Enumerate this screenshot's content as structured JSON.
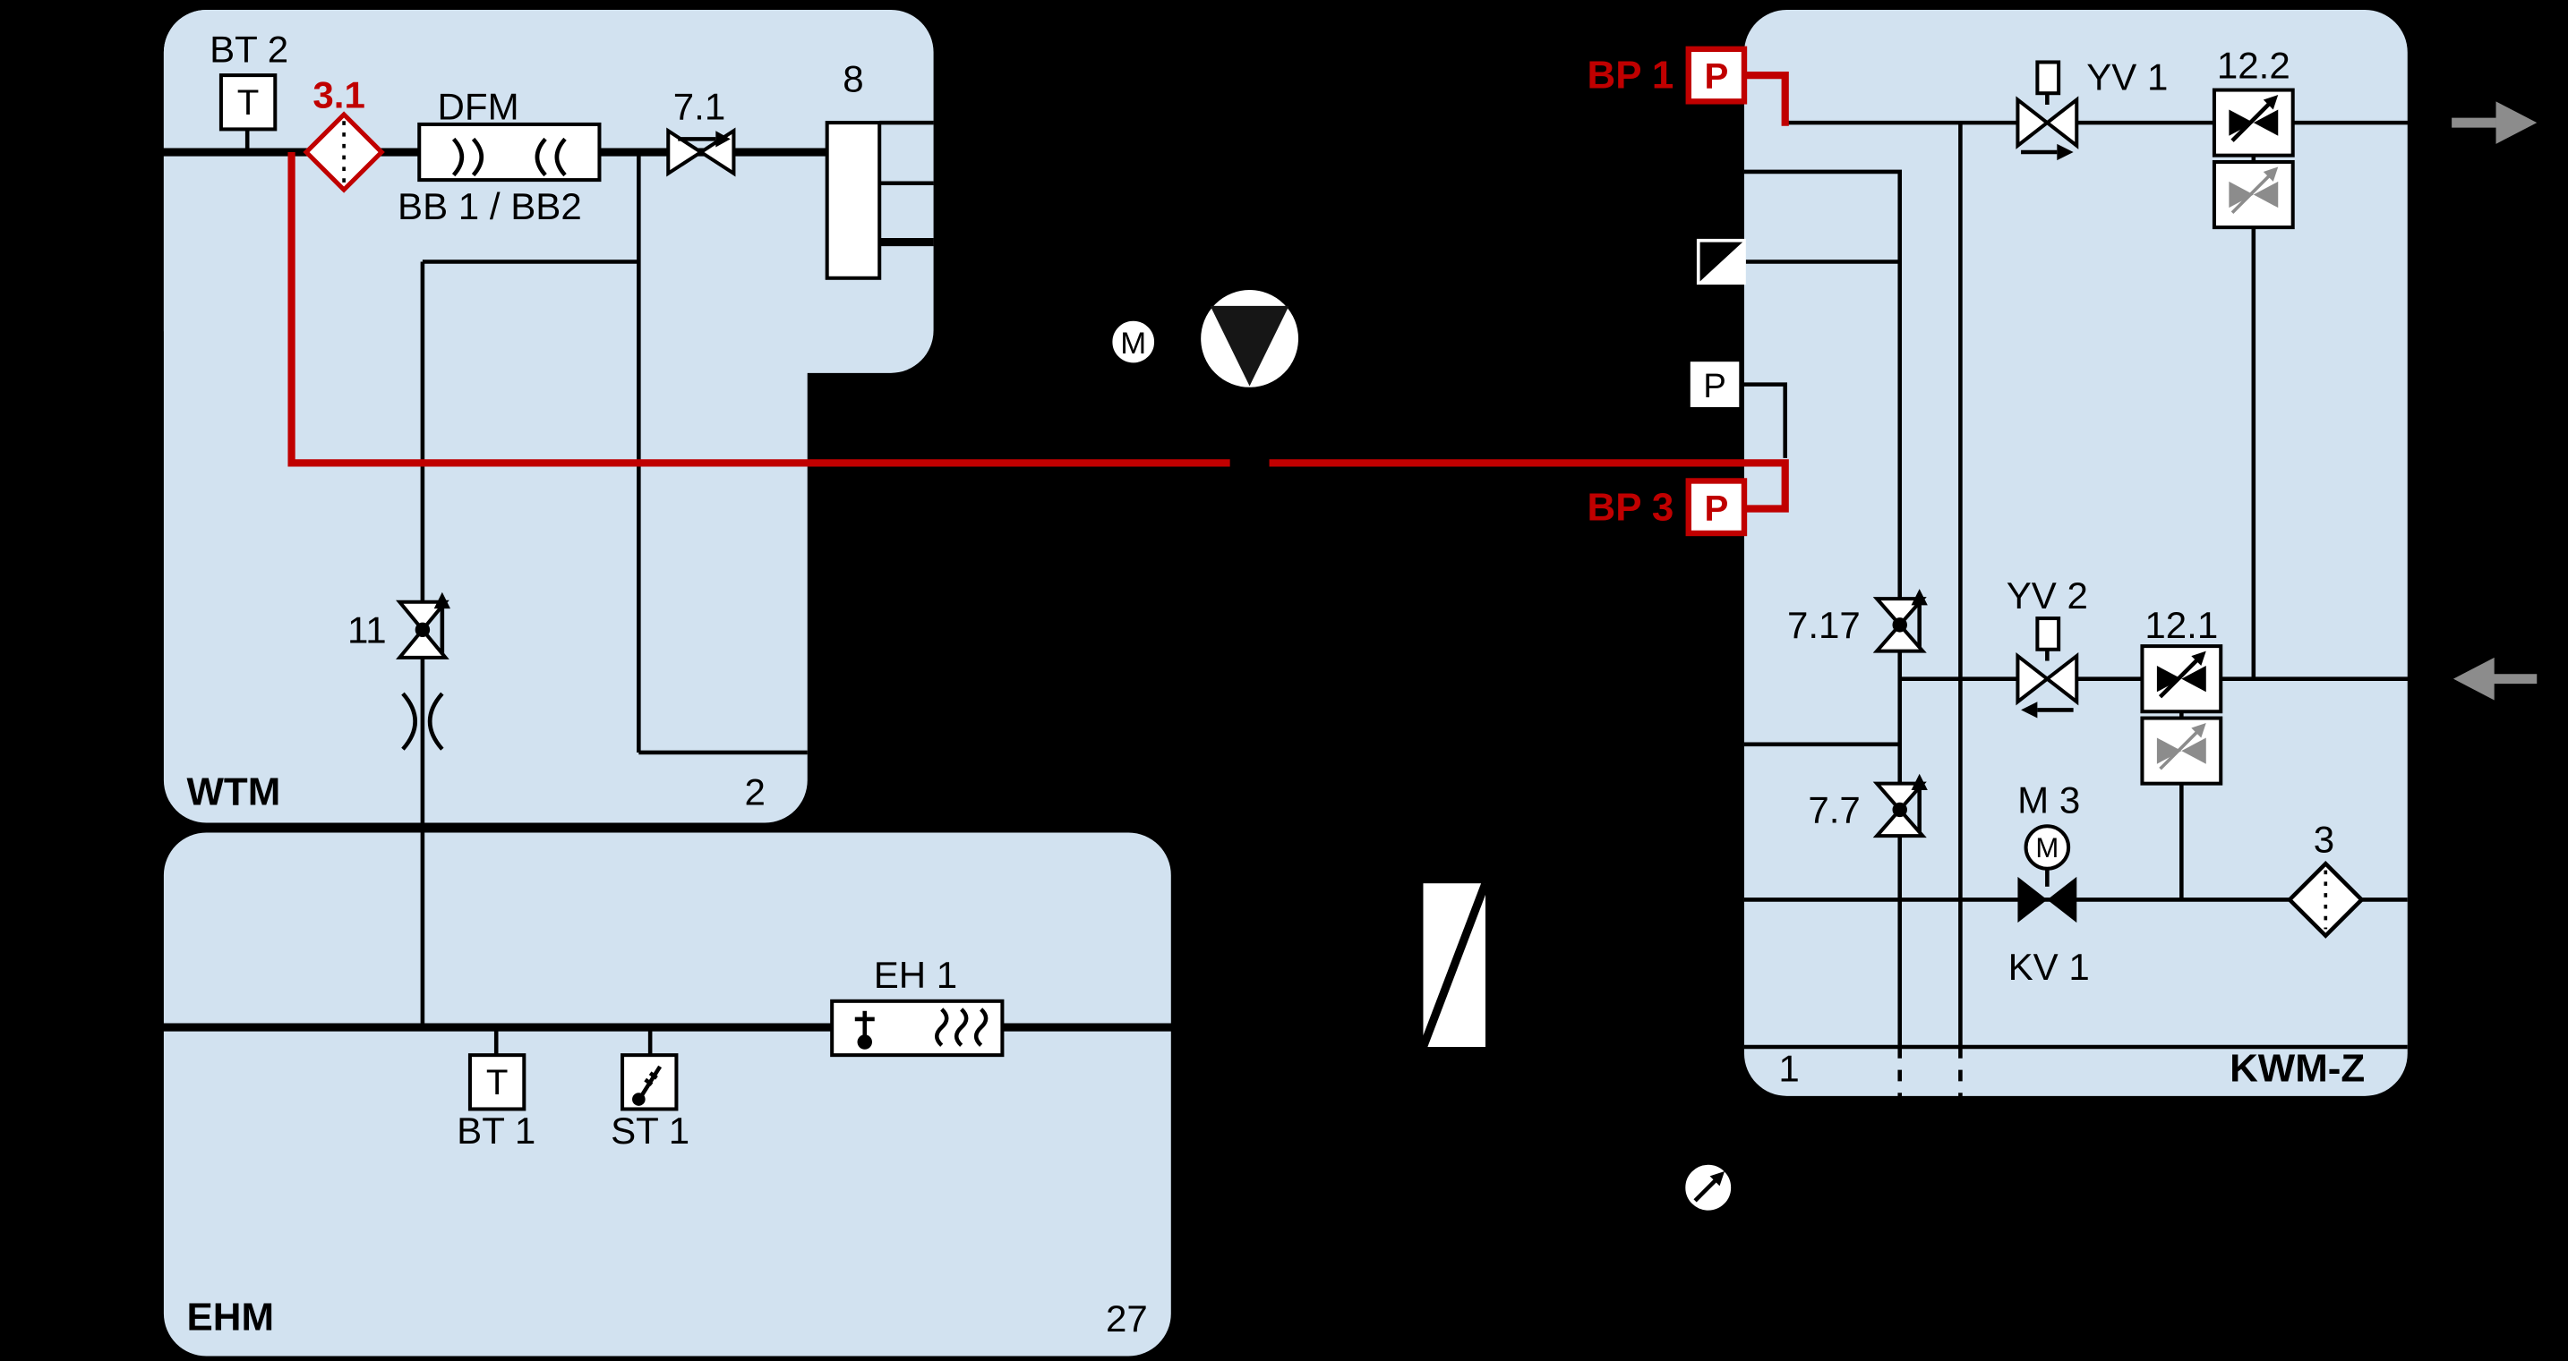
{
  "colors": {
    "background": "#000000",
    "module_fill": "#d2e2f0",
    "line": "#000000",
    "accent_red": "#c00000",
    "arrow_gray": "#8c8c8c"
  },
  "wtm": {
    "title": "WTM",
    "port_label": "2",
    "bt2_label": "BT 2",
    "bt2_letter": "T",
    "filter_label": "3.1",
    "flowmeter_label": "DFM",
    "flowmeter_sublabel": "BB 1 / BB2",
    "checkvalve_label": "7.1",
    "separator_label": "8",
    "valve11_label": "11"
  },
  "ehm": {
    "title": "EHM",
    "port_label": "27",
    "bt1_label": "BT 1",
    "bt1_letter": "T",
    "st1_label": "ST 1",
    "heater_label": "EH 1"
  },
  "pump": {
    "motor_letter": "M"
  },
  "kwmz": {
    "title": "KWM-Z",
    "port_label": "1",
    "bp1_label": "BP 1",
    "bp1_letter": "P",
    "bp3_label": "BP 3",
    "bp3_letter": "P",
    "pressure_letter": "P",
    "yv1_label": "YV 1",
    "unit122_label": "12.2",
    "valve717_label": "7.17",
    "yv2_label": "YV 2",
    "unit121_label": "12.1",
    "valve77_label": "7.7",
    "m3_label": "M 3",
    "m3_letter": "M",
    "kv1_label": "KV 1",
    "filter_label": "3"
  }
}
